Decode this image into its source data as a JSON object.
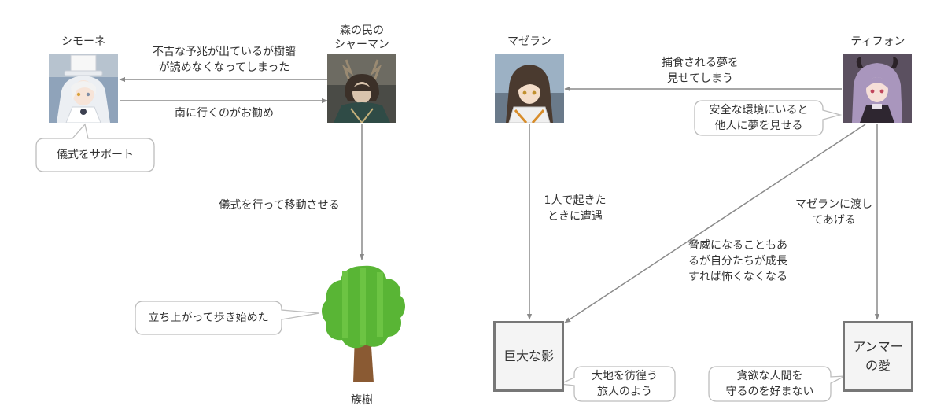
{
  "left": {
    "simone": {
      "name": "シモーネ"
    },
    "shaman": {
      "name_line1": "森の民の",
      "name_line2": "シャーマン"
    },
    "edge_shaman_to_simone": {
      "line1": "不吉な予兆が出ているが樹譜",
      "line2": "が読めなくなってしまった"
    },
    "edge_simone_to_shaman": {
      "text": "南に行くのがお勧め"
    },
    "simone_callout": {
      "text": "儀式をサポート"
    },
    "edge_shaman_to_tree": {
      "text": "儀式を行って移動させる"
    },
    "tree": {
      "name": "族樹"
    },
    "tree_callout": {
      "text": "立ち上がって歩き始めた"
    }
  },
  "right": {
    "magellan": {
      "name": "マゼラン"
    },
    "typhon": {
      "name": "ティフォン"
    },
    "edge_typhon_to_magellan": {
      "line1": "捕食される夢を",
      "line2": "見せてしまう"
    },
    "typhon_callout": {
      "line1": "安全な環境にいると",
      "line2": "他人に夢を見せる"
    },
    "edge_magellan_to_shadow": {
      "line1": "1人で起きた",
      "line2": "ときに遭遇"
    },
    "edge_typhon_to_shadow": {
      "line1": "脅威になることもあ",
      "line2": "るが自分たちが成長",
      "line3": "すれば怖くなくなる"
    },
    "edge_typhon_to_love": {
      "line1": "マゼランに渡し",
      "line2": "てあげる"
    },
    "shadow": {
      "label": "巨大な影"
    },
    "shadow_callout": {
      "line1": "大地を彷徨う",
      "line2": "旅人のよう"
    },
    "love": {
      "line1": "アンマー",
      "line2": "の愛"
    },
    "love_callout": {
      "line1": "貪欲な人間を",
      "line2": "守るのを好まない"
    }
  },
  "colors": {
    "arrow": "#8a8a8a",
    "callout_border": "#bdbdbd",
    "box_border": "#777777",
    "box_fill": "#f4f4f4",
    "tree_crown": "#59b535",
    "tree_crown_stripe": "#6cc443",
    "tree_trunk": "#8a5a33"
  },
  "icons": {
    "simone": "white-haired-girl-portrait-icon",
    "shaman": "antlered-shaman-portrait-icon",
    "magellan": "brown-haired-girl-portrait-icon",
    "typhon": "purple-haired-girl-portrait-icon",
    "tree": "tree-icon"
  }
}
